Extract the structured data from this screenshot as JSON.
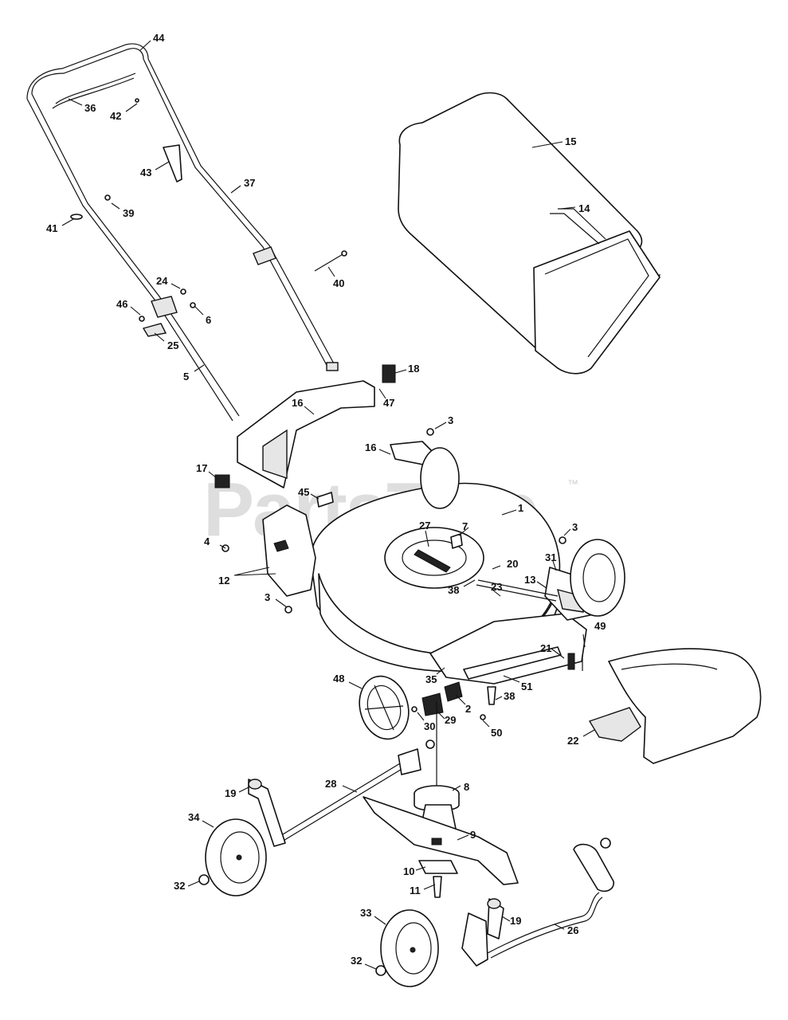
{
  "watermark": {
    "text": "PartsTree",
    "trademark": "™"
  },
  "callouts": [
    {
      "num": "44"
    },
    {
      "num": "36"
    },
    {
      "num": "42"
    },
    {
      "num": "43"
    },
    {
      "num": "37"
    },
    {
      "num": "39"
    },
    {
      "num": "41"
    },
    {
      "num": "40"
    },
    {
      "num": "24"
    },
    {
      "num": "46"
    },
    {
      "num": "6"
    },
    {
      "num": "25"
    },
    {
      "num": "5"
    },
    {
      "num": "15"
    },
    {
      "num": "14"
    },
    {
      "num": "18"
    },
    {
      "num": "47"
    },
    {
      "num": "16"
    },
    {
      "num": "3"
    },
    {
      "num": "16"
    },
    {
      "num": "17"
    },
    {
      "num": "45"
    },
    {
      "num": "1"
    },
    {
      "num": "27"
    },
    {
      "num": "7"
    },
    {
      "num": "3"
    },
    {
      "num": "4"
    },
    {
      "num": "31"
    },
    {
      "num": "20"
    },
    {
      "num": "13"
    },
    {
      "num": "12"
    },
    {
      "num": "3"
    },
    {
      "num": "38"
    },
    {
      "num": "23"
    },
    {
      "num": "49"
    },
    {
      "num": "21"
    },
    {
      "num": "35"
    },
    {
      "num": "51"
    },
    {
      "num": "48"
    },
    {
      "num": "2"
    },
    {
      "num": "38"
    },
    {
      "num": "29"
    },
    {
      "num": "30"
    },
    {
      "num": "50"
    },
    {
      "num": "22"
    },
    {
      "num": "28"
    },
    {
      "num": "19"
    },
    {
      "num": "8"
    },
    {
      "num": "34"
    },
    {
      "num": "9"
    },
    {
      "num": "10"
    },
    {
      "num": "11"
    },
    {
      "num": "32"
    },
    {
      "num": "33"
    },
    {
      "num": "19"
    },
    {
      "num": "26"
    },
    {
      "num": "32"
    }
  ]
}
